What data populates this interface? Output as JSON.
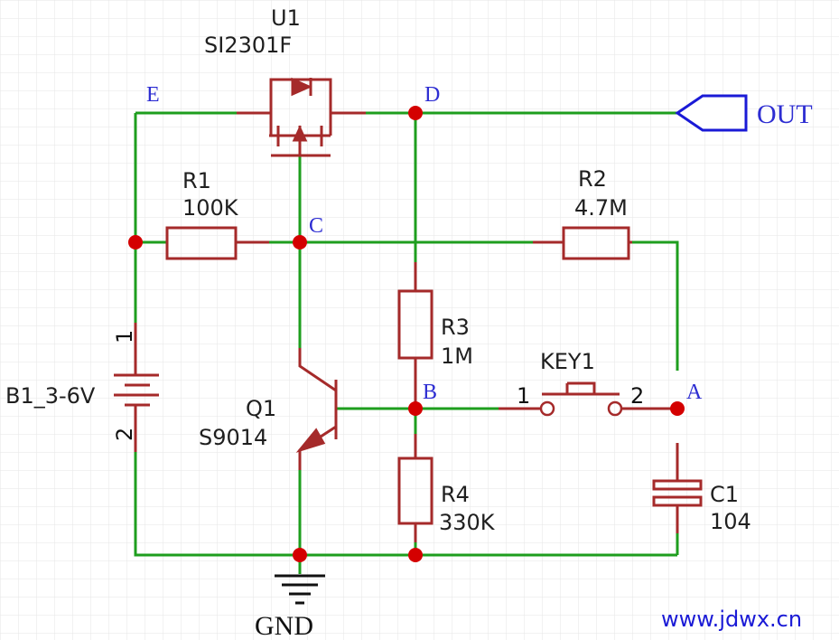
{
  "colors": {
    "background": "#ffffff",
    "grid": "#e6e6e6",
    "wire": "#1e9e1e",
    "component": "#a52a2a",
    "junction": "#d40000",
    "node_label": "#2d2dd2",
    "watermark": "#1a1ad6"
  },
  "components": {
    "u1": {
      "ref": "U1",
      "value": "SI2301F"
    },
    "r1": {
      "ref": "R1",
      "value": "100K"
    },
    "r2": {
      "ref": "R2",
      "value": "4.7M"
    },
    "r3": {
      "ref": "R3",
      "value": "1M"
    },
    "r4": {
      "ref": "R4",
      "value": "330K"
    },
    "key1": {
      "ref": "KEY1",
      "pin1": "1",
      "pin2": "2"
    },
    "q1": {
      "ref": "Q1",
      "value": "S9014"
    },
    "c1": {
      "ref": "C1",
      "value": "104"
    },
    "b1": {
      "ref": "B1_3-6V",
      "pin1": "1",
      "pin2": "2"
    }
  },
  "nodes": {
    "a": "A",
    "b": "B",
    "c": "C",
    "d": "D",
    "e": "E"
  },
  "ports": {
    "out": "OUT",
    "gnd": "GND"
  },
  "watermark": "www.jdwx.cn"
}
